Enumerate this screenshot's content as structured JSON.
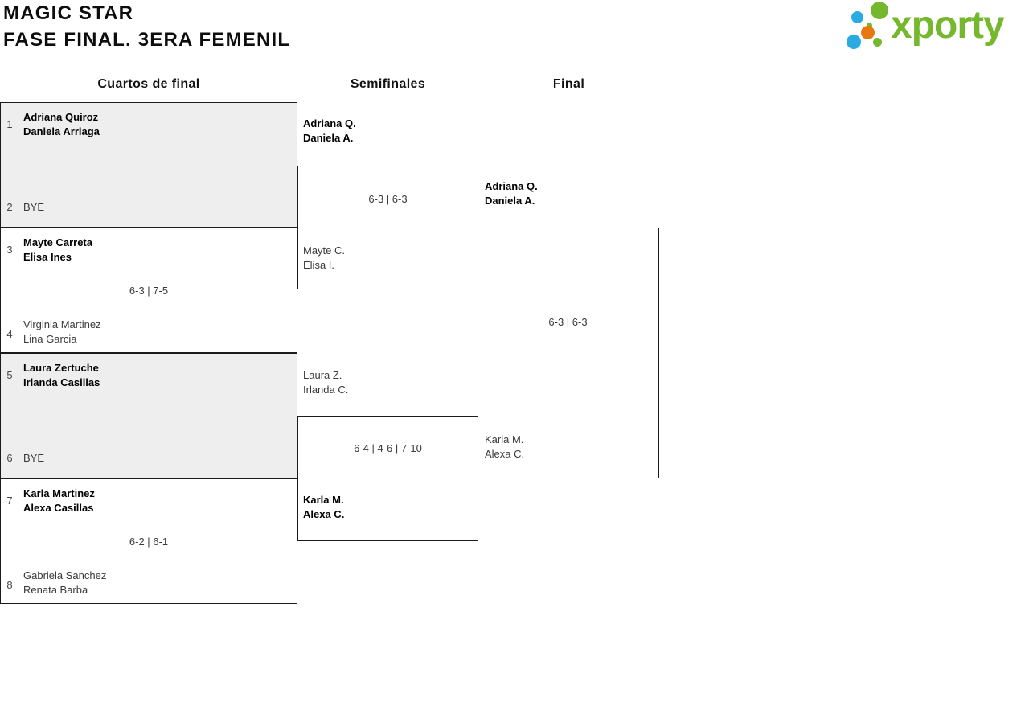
{
  "header": {
    "title_line1": "MAGIC STAR",
    "title_line2": "FASE FINAL. 3ERA FEMENIL"
  },
  "logo": {
    "text": "xporty",
    "green": "#76b82d",
    "blue": "#2aabe2",
    "orange": "#e8770e"
  },
  "rounds": {
    "quarterfinals_label": "Cuartos de final",
    "semifinals_label": "Semifinales",
    "final_label": "Final"
  },
  "quarterfinals": [
    {
      "seed_top": "1",
      "team_top": [
        "Adriana Quiroz",
        "Daniela Arriaga"
      ],
      "seed_bottom": "2",
      "bye_label": "BYE",
      "score": ""
    },
    {
      "seed_top": "3",
      "team_top": [
        "Mayte Carreta",
        "Elisa Ines"
      ],
      "seed_bottom": "4",
      "team_bottom": [
        "Virginia Martinez",
        "Lina Garcia"
      ],
      "score": "6-3 | 7-5"
    },
    {
      "seed_top": "5",
      "team_top": [
        "Laura Zertuche",
        "Irlanda Casillas"
      ],
      "seed_bottom": "6",
      "bye_label": "BYE",
      "score": ""
    },
    {
      "seed_top": "7",
      "team_top": [
        "Karla Martinez",
        "Alexa Casillas"
      ],
      "seed_bottom": "8",
      "team_bottom": [
        "Gabriela Sanchez",
        "Renata Barba"
      ],
      "score": "6-2 | 6-1"
    }
  ],
  "semifinals": [
    {
      "team_top": [
        "Adriana Q.",
        "Daniela A."
      ],
      "team_bottom": [
        "Mayte C.",
        "Elisa I."
      ],
      "score": "6-3 | 6-3"
    },
    {
      "team_top": [
        "Laura Z.",
        "Irlanda C."
      ],
      "team_bottom": [
        "Karla M.",
        "Alexa C."
      ],
      "score": "6-4 | 4-6 | 7-10"
    }
  ],
  "final": {
    "team_top": [
      "Adriana Q.",
      "Daniela A."
    ],
    "team_bottom": [
      "Karla M.",
      "Alexa C."
    ],
    "score": "6-3 | 6-3"
  }
}
